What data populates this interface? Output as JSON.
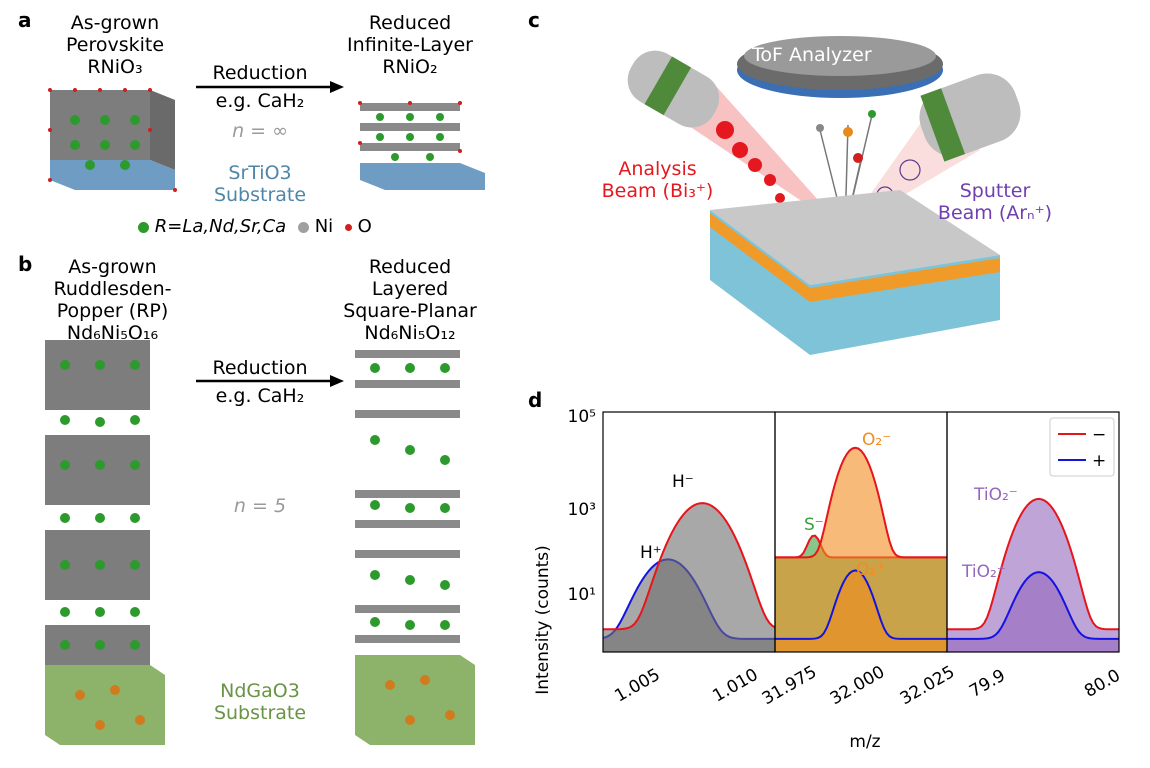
{
  "panels": {
    "a": "a",
    "b": "b",
    "c": "c",
    "d": "d"
  },
  "panel_a": {
    "left_line1": "As-grown",
    "left_line2": "Perovskite",
    "left_formula": "RNiO₃",
    "right_line1": "Reduced",
    "right_line2": "Infinite-Layer",
    "right_formula": "RNiO₂",
    "arrow_top": "Reduction",
    "arrow_bottom": "e.g. CaH₂",
    "n_label": "n = ∞",
    "substrate_line1": "SrTiO3",
    "substrate_line2": "Substrate",
    "legend": {
      "r": "R=La,Nd,Sr,Ca",
      "ni": "Ni",
      "o": "O"
    }
  },
  "panel_b": {
    "left_lines": [
      "As-grown",
      "Ruddlesden-",
      "Popper (RP)"
    ],
    "left_formula": "Nd₆Ni₅O₁₆",
    "right_lines": [
      "Reduced",
      "Layered",
      "Square-Planar"
    ],
    "right_formula": "Nd₆Ni₅O₁₂",
    "arrow_top": "Reduction",
    "arrow_bottom": "e.g. CaH₂",
    "n_label": "n = 5",
    "substrate_line1": "NdGaO3",
    "substrate_line2": "Substrate"
  },
  "panel_c": {
    "analyzer": "ToF Analyzer",
    "analysis_line1": "Analysis",
    "analysis_line2": "Beam (Bi₃⁺)",
    "sputter_line1": "Sputter",
    "sputter_line2": "Beam (Arₙ⁺)"
  },
  "chart_data": {
    "type": "line",
    "ylabel": "Intensity (counts)",
    "xlabel": "m/z",
    "yscale": "log",
    "yticks": [
      "10¹",
      "10³",
      "10⁵"
    ],
    "legend": {
      "placement": "top-right",
      "entries": [
        "−",
        "+"
      ]
    },
    "colors": {
      "negative": "#e8141c",
      "positive": "#1414e0",
      "H": "#6e6e6e",
      "S": "#3aa03a",
      "O": "#f28c1e",
      "TiO": "#9467bd"
    },
    "subplots": [
      {
        "xticks": [
          "1.005",
          "1.010"
        ],
        "peaks": [
          {
            "label": "H⁺",
            "series": "+",
            "center": 1.0064,
            "height": 40
          },
          {
            "label": "H⁻",
            "series": "−",
            "center": 1.0082,
            "height": 800
          }
        ]
      },
      {
        "xticks": [
          "31.975",
          "32.000",
          "32.025"
        ],
        "peaks": [
          {
            "label": "S⁻",
            "series": "−",
            "center": 31.972,
            "height": 100
          },
          {
            "label": "O₂⁻",
            "series": "−",
            "center": 31.99,
            "height": 15000
          },
          {
            "label": "O₂⁺",
            "series": "+",
            "center": 31.99,
            "height": 22
          }
        ]
      },
      {
        "xticks": [
          "79.9",
          "80.0"
        ],
        "peaks": [
          {
            "label": "TiO₂⁻",
            "series": "−",
            "center": 79.94,
            "height": 1000
          },
          {
            "label": "TiO₂⁺",
            "series": "+",
            "center": 79.94,
            "height": 20
          }
        ]
      }
    ]
  }
}
